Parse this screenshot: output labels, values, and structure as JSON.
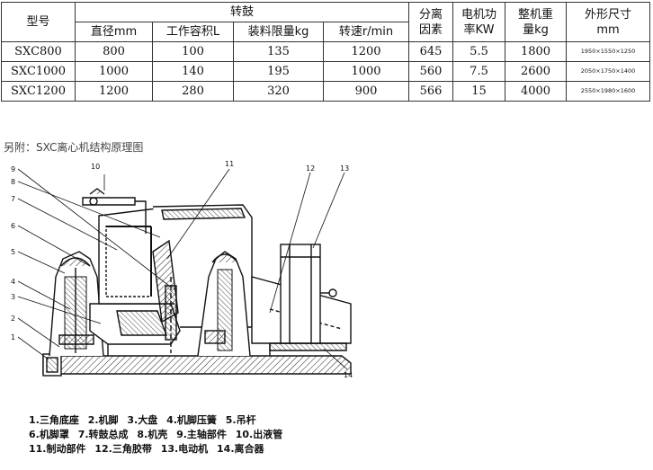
{
  "table": {
    "header": {
      "model": "型号",
      "drum": "转鼓",
      "diameter": "直径mm",
      "capacity": "工作容积L",
      "load_limit": "装料限量kg",
      "speed": "转速r/min",
      "separation_line1": "分离",
      "separation_line2": "因素",
      "motor_line1": "电机功",
      "motor_line2": "率KW",
      "weight_line1": "整机重",
      "weight_line2": "量kg",
      "dims_line1": "外形尺寸",
      "dims_line2": "mm"
    },
    "rows": [
      {
        "model": "SXC800",
        "diameter": "800",
        "capacity": "100",
        "load_limit": "135",
        "speed": "1200",
        "separation": "645",
        "motor": "5.5",
        "weight": "1800",
        "dims": "1950×1550×1250"
      },
      {
        "model": "SXC1000",
        "diameter": "1000",
        "capacity": "140",
        "load_limit": "195",
        "speed": "1000",
        "separation": "560",
        "motor": "7.5",
        "weight": "2600",
        "dims": "2050×1750×1400"
      },
      {
        "model": "SXC1200",
        "diameter": "1200",
        "capacity": "280",
        "load_limit": "320",
        "speed": "900",
        "separation": "566",
        "motor": "15",
        "weight": "4000",
        "dims": "2550×1980×1600"
      }
    ]
  },
  "note": "另附：SXC离心机结构原理图",
  "diagram": {
    "callouts": [
      "1",
      "2",
      "3",
      "4",
      "5",
      "6",
      "7",
      "8",
      "9",
      "10",
      "11",
      "12",
      "13",
      "14"
    ]
  },
  "legend": {
    "rows": [
      [
        "1.三角底座",
        "2.机脚",
        "3.大盘",
        "4.机脚压簧",
        "5.吊杆"
      ],
      [
        "6.机脚罩",
        "7.转鼓总成",
        "8.机壳",
        "9.主轴部件",
        "10.出液管"
      ],
      [
        "11.制动部件",
        "12.三角胶带",
        "13.电动机",
        "14.离合器"
      ]
    ]
  }
}
